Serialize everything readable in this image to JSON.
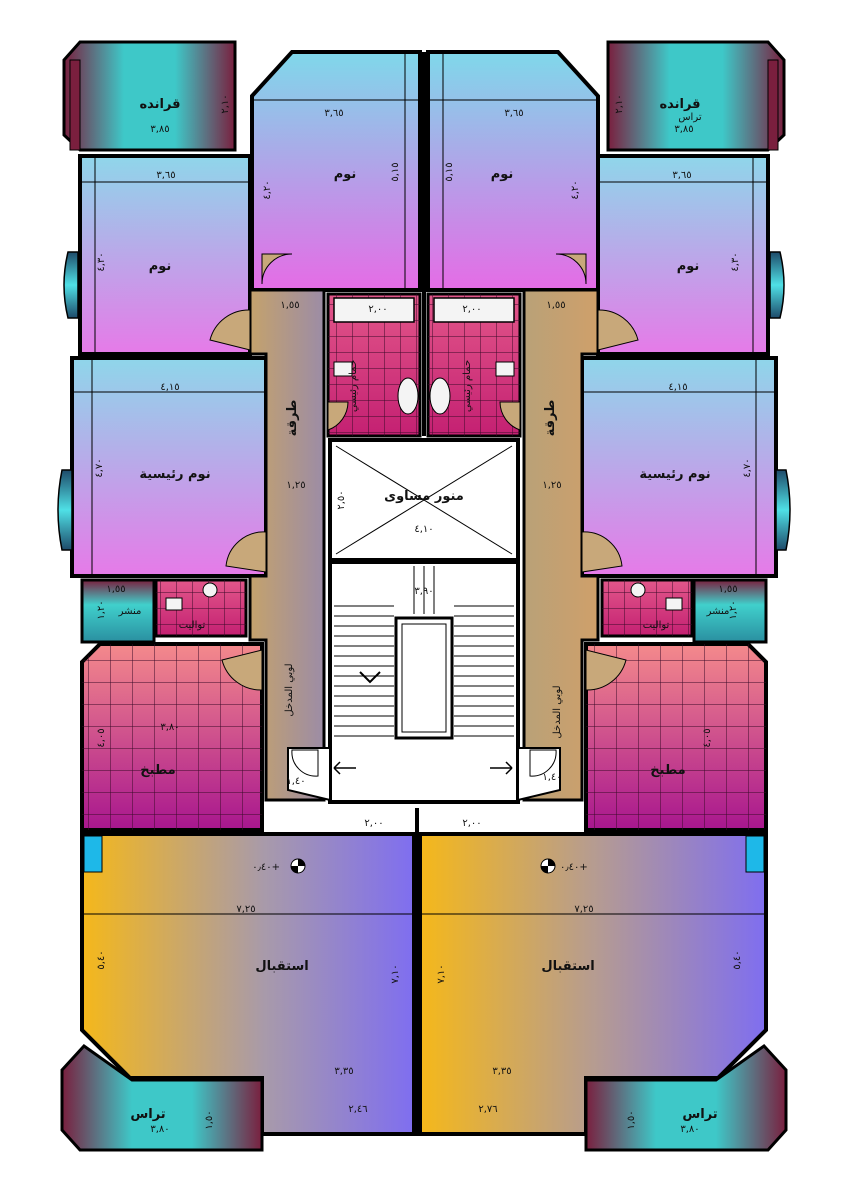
{
  "labels": {
    "balcony_tl": "قرانده",
    "balcony_tr": "قرانده",
    "terrace_tr_small": "تراس",
    "bed_top_l": "نوم",
    "bed_top_r": "نوم",
    "bed_side_l": "نوم",
    "bed_side_r": "نوم",
    "master_l": "نوم رئيسية",
    "master_r": "نوم رئيسية",
    "bath_l": "حمام رئيسي",
    "bath_r": "حمام رئيسي",
    "corridor_l": "طرقة",
    "corridor_r": "طرقة",
    "shaft": "منور مساوى",
    "toilet_l": "تواليت",
    "toilet_r": "تواليت",
    "laundry_l": "منشر",
    "laundry_r": "منشر",
    "entrance_l": "لوبي المدخل",
    "entrance_r": "لوبي المدخل",
    "kitchen_l": "مطبخ",
    "kitchen_r": "مطبخ",
    "reception_l": "استقبال",
    "reception_r": "استقبال",
    "terrace_bl": "تراس",
    "terrace_br": "تراس"
  },
  "dims": {
    "d_385_l": "٣,٨٥",
    "d_385_r": "٣,٨٥",
    "d_210_l": "٢,١٠",
    "d_210_r": "٢,١٠",
    "d_365_top_l": "٣,٦٥",
    "d_365_top_r": "٣,٦٥",
    "d_515_l": "٥,١٥",
    "d_515_r": "٥,١٥",
    "d_420_l": "٤,٢٠",
    "d_420_r": "٤,٢٠",
    "d_365_side_l": "٣,٦٥",
    "d_365_side_r": "٣,٦٥",
    "d_430_l": "٤,٣٠",
    "d_430_r": "٤,٣٠",
    "d_155_top_l": "١,٥٥",
    "d_155_top_r": "١,٥٥",
    "d_200_bath_l": "٢,٠٠",
    "d_200_bath_r": "٢,٠٠",
    "d_415_l": "٤,١٥",
    "d_415_r": "٤,١٥",
    "d_470_l": "٤,٧٠",
    "d_470_r": "٤,٧٠",
    "d_125_l": "١,٢٥",
    "d_125_r": "١,٢٥",
    "d_250": "٢,٥٠",
    "d_410": "٤,١٠",
    "d_390": "٣,٩٠",
    "d_155_mid_l": "١,٥٥",
    "d_155_mid_r": "١,٥٥",
    "d_120_l": "١,٢٠",
    "d_120_r": "١,٢٠",
    "d_380_kit": "٣,٨٠",
    "d_405_l": "٤,٠٥",
    "d_405_r": "٤,٠٥",
    "d_140_l": "١,٤٠",
    "d_140_r": "١,٤٠",
    "d_200_low_l": "٢,٠٠",
    "d_200_low_r": "٢,٠٠",
    "lvl_l": "٠٫٤٠+",
    "lvl_r": "٠٫٤٠+",
    "d_725_l": "٧,٢٥",
    "d_725_r": "٧,٢٥",
    "d_540_l": "٥,٤٠",
    "d_540_r": "٥,٤٠",
    "d_710_l": "٧,١٠",
    "d_710_r": "٧,١٠",
    "d_335_l": "٣,٣٥",
    "d_335_r": "٣,٣٥",
    "d_246": "٢,٤٦",
    "d_276": "٢,٧٦",
    "d_380_bl": "٣,٨٠",
    "d_380_br": "٣,٨٠",
    "d_150_l": "١,٥٠",
    "d_150_r": "١,٥٠"
  },
  "colors": {
    "bedroom_top": "#8fd0ea",
    "bedroom_bottom": "#e07ae6",
    "corridor": "#b8a0a8",
    "corridor_warm": "#c2a476",
    "wet_tile": "#d73a7c",
    "kitchen_top": "#f07890",
    "kitchen_bottom": "#b01a8a",
    "reception_gold": "#f3b51d",
    "reception_violet": "#8c78ee",
    "terrace_cyan": "#48d6d0",
    "terrace_maroon": "#7a1f3e",
    "wall": "#000000"
  }
}
